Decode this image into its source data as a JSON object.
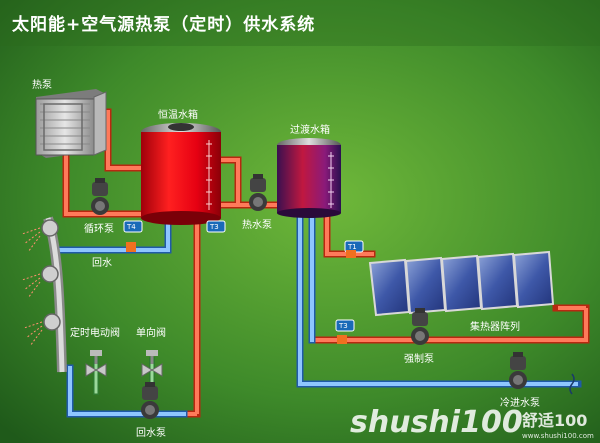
{
  "title": "太阳能+空气源热泵（定时）供水系统",
  "labels": {
    "heat_pump": "热泵",
    "constant_tank": "恒温水箱",
    "transition_tank": "过渡水箱",
    "circ_pump": "循环泵",
    "hot_water_pump": "热水泵",
    "return_water": "回水",
    "timed_valve": "定时电动阀",
    "check_valve": "单向阀",
    "return_pump": "回水泵",
    "collector_array": "集热器阵列",
    "forced_pump": "强制泵",
    "cold_pump": "冷进水泵"
  },
  "sensors": {
    "t1": "T1",
    "t3a": "T3",
    "t3b": "T3",
    "t4": "T4"
  },
  "watermark": {
    "brand": "shushi100",
    "cn": "舒适100",
    "url": "www.shushi100.com"
  },
  "colors": {
    "hot_pipe": "#e8462a",
    "cold_pipe": "#3f8fe0",
    "background": "#3e8a2a",
    "tank_hot": "#e60012",
    "tank_mix": "#c01840"
  }
}
